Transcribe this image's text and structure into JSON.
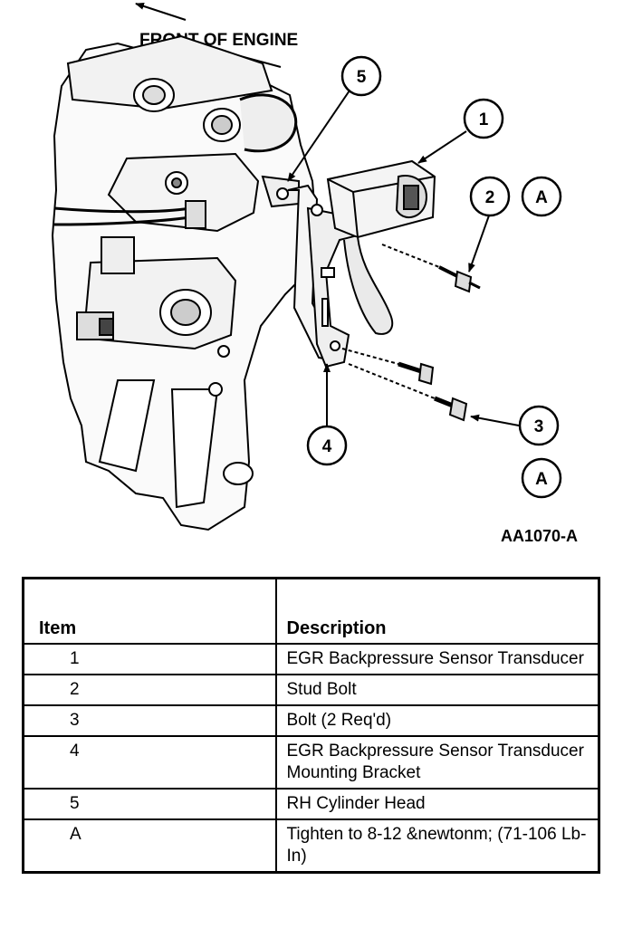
{
  "figure": {
    "direction_label": "FRONT OF ENGINE",
    "figure_id": "AA1070-A",
    "callouts": [
      "1",
      "2",
      "A",
      "5",
      "4",
      "3",
      "A"
    ]
  },
  "table": {
    "headers": {
      "item": "Item",
      "description": "Description"
    },
    "rows": [
      {
        "item": "1",
        "description": "EGR Backpressure Sensor Transducer"
      },
      {
        "item": "2",
        "description": "Stud Bolt"
      },
      {
        "item": "3",
        "description": "Bolt (2 Req'd)"
      },
      {
        "item": "4",
        "description": "EGR Backpressure Sensor Transducer Mounting Bracket"
      },
      {
        "item": "5",
        "description": "RH Cylinder Head"
      },
      {
        "item": "A",
        "description": "Tighten to 8-12 &newtonm; (71-106 Lb-In)"
      }
    ]
  }
}
